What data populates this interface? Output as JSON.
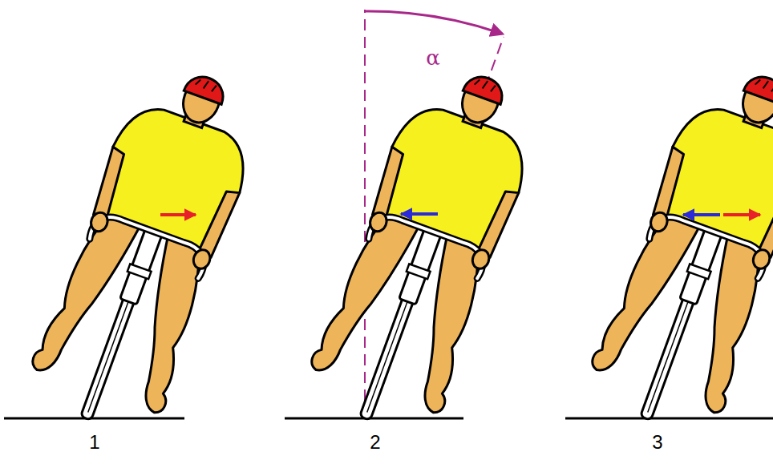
{
  "diagram": {
    "labels": [
      "1",
      "2",
      "3",
      "α"
    ]
  }
}
